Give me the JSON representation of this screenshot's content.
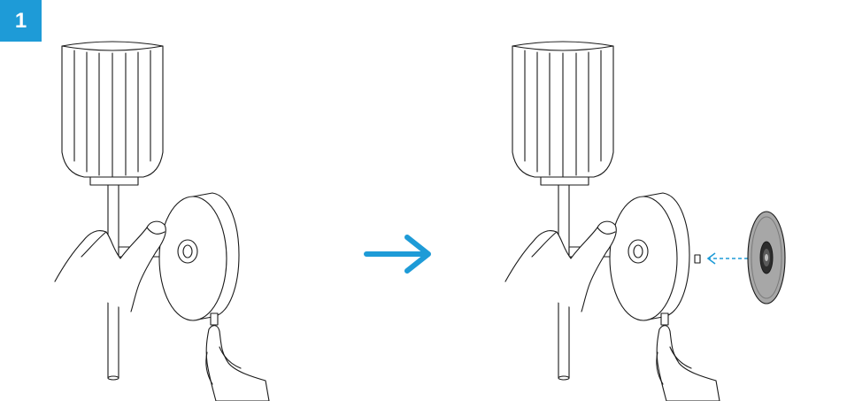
{
  "step": {
    "number": "1",
    "badge_color": "#1E9BD7"
  },
  "colors": {
    "arrow": "#1E9BD7",
    "guide_line": "#1E9BD7",
    "cover_plate": "#A7A7A7",
    "line_art": "#1A1A1A"
  },
  "panels": [
    {
      "name": "before",
      "elements": [
        "lamp-shade",
        "lamp-rod",
        "round-lamp-base",
        "thumb-hand",
        "pointing-hand"
      ]
    },
    {
      "name": "after",
      "elements": [
        "lamp-shade",
        "lamp-rod",
        "round-lamp-base",
        "thumb-hand",
        "pointing-hand",
        "cover-plate"
      ]
    }
  ]
}
